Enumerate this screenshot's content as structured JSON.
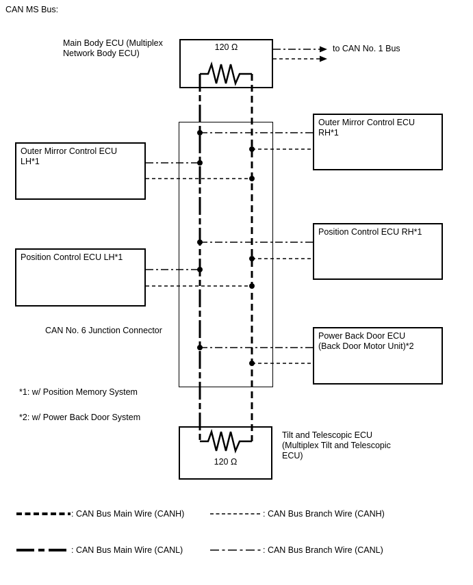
{
  "page": {
    "title": "CAN MS Bus:"
  },
  "top_terminator": {
    "ecu_label": "Main Body ECU (Multiplex Network Body ECU)",
    "resistance": "120 Ω",
    "bus_link_label": "to CAN No. 1 Bus"
  },
  "junction_connector": {
    "label": "CAN No. 6 Junction Connector"
  },
  "left_ecus": {
    "outer_mirror_lh": "Outer Mirror Control ECU LH*1",
    "position_lh": "Position Control ECU LH*1"
  },
  "right_ecus": {
    "outer_mirror_rh": "Outer Mirror Control ECU RH*1",
    "position_rh": "Position Control ECU RH*1",
    "power_back_door": "Power Back Door ECU (Back Door Motor Unit)*2"
  },
  "bottom_terminator": {
    "resistance": "120 Ω",
    "ecu_label": "Tilt and Telescopic ECU (Multiplex Tilt and Telescopic ECU)"
  },
  "notes": {
    "note1": "*1: w/ Position Memory System",
    "note2": "*2: w/ Power Back Door System"
  },
  "legend": {
    "main_canh": ": CAN Bus Main Wire (CANH)",
    "branch_canh": ": CAN Bus Branch Wire (CANH)",
    "main_canl": ": CAN Bus Main Wire (CANL)",
    "branch_canl": ": CAN Bus Branch Wire (CANL)"
  },
  "colors": {
    "line": "#000000",
    "background": "#ffffff"
  }
}
